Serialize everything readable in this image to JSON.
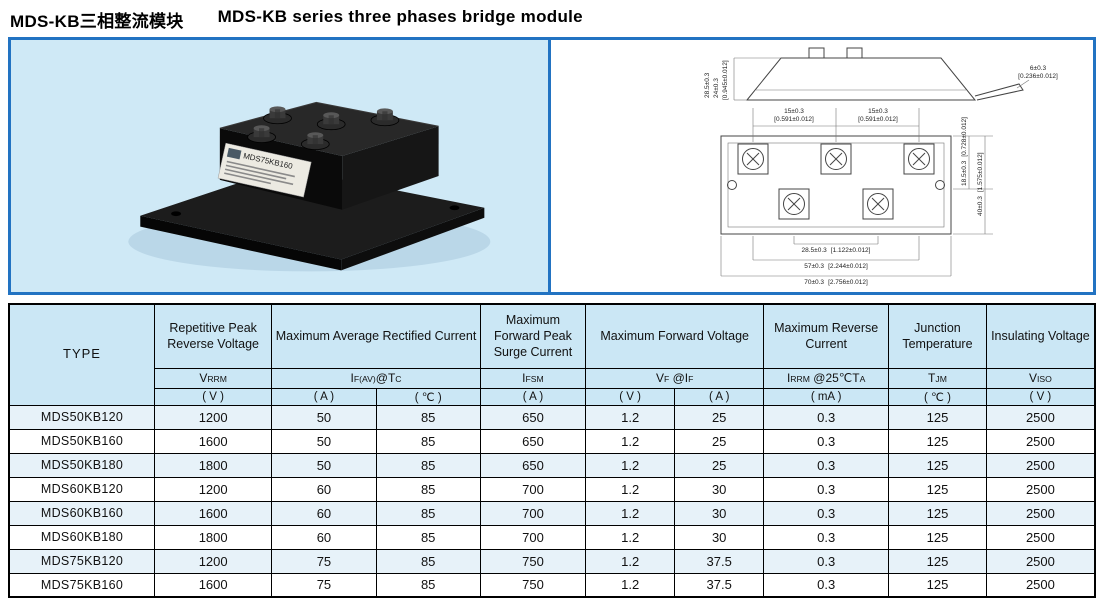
{
  "page": {
    "title_cn": "MDS-KB三相整流模块",
    "title_en": "MDS-KB series three phases bridge module"
  },
  "photo": {
    "label": "MDS75KB160"
  },
  "drawing": {
    "dims": [
      "28.5±0.3",
      "24±0.3",
      "[0.945±0.012]",
      "6±0.3",
      "[0.236±0.012]",
      "15±0.3",
      "[0.591±0.012]",
      "15±0.3",
      "[0.591±0.012]",
      "18.5±0.3",
      "[0.728±0.012]",
      "40±0.3",
      "[1.575±0.012]",
      "28.5±0.3",
      "[1.122±0.012]",
      "57±0.3",
      "[2.244±0.012]",
      "70±0.3",
      "[2.756±0.012]"
    ]
  },
  "table": {
    "type_label": "TYPE",
    "groups": [
      "Repetitive Peak Reverse Voltage",
      "Maximum Average Rectified Current",
      "Maximum Forward Peak Surge Current",
      "Maximum Forward Voltage",
      "Maximum Reverse Current",
      "Junction Temperature",
      "Insulating Voltage"
    ],
    "symbols": {
      "vrrm": {
        "m1": "V",
        "s1": "RRM"
      },
      "ifav": {
        "m1": "I",
        "s1": "F(AV)",
        "m2": "@T",
        "s2": "C"
      },
      "ifsm": {
        "m1": "I",
        "s1": "FSM"
      },
      "vfif": {
        "m1": "V",
        "s1": "F",
        "m2": " @I",
        "s2": "F"
      },
      "irrm": {
        "m1": "I",
        "s1": "RRM",
        "m2": " @25℃T",
        "s2": "A"
      },
      "tjm": {
        "m1": "T",
        "s1": "JM"
      },
      "viso": {
        "m1": "V",
        "s1": "ISO"
      }
    },
    "units": [
      "( V )",
      "( A )",
      "( ℃ )",
      "( A )",
      "( V )",
      "( A )",
      "( mA )",
      "( ℃ )",
      "( V )"
    ],
    "rows": [
      [
        "MDS50KB120",
        "1200",
        "50",
        "85",
        "650",
        "1.2",
        "25",
        "0.3",
        "125",
        "2500"
      ],
      [
        "MDS50KB160",
        "1600",
        "50",
        "85",
        "650",
        "1.2",
        "25",
        "0.3",
        "125",
        "2500"
      ],
      [
        "MDS50KB180",
        "1800",
        "50",
        "85",
        "650",
        "1.2",
        "25",
        "0.3",
        "125",
        "2500"
      ],
      [
        "MDS60KB120",
        "1200",
        "60",
        "85",
        "700",
        "1.2",
        "30",
        "0.3",
        "125",
        "2500"
      ],
      [
        "MDS60KB160",
        "1600",
        "60",
        "85",
        "700",
        "1.2",
        "30",
        "0.3",
        "125",
        "2500"
      ],
      [
        "MDS60KB180",
        "1800",
        "60",
        "85",
        "700",
        "1.2",
        "30",
        "0.3",
        "125",
        "2500"
      ],
      [
        "MDS75KB120",
        "1200",
        "75",
        "85",
        "750",
        "1.2",
        "37.5",
        "0.3",
        "125",
        "2500"
      ],
      [
        "MDS75KB160",
        "1600",
        "75",
        "85",
        "750",
        "1.2",
        "37.5",
        "0.3",
        "125",
        "2500"
      ]
    ]
  }
}
